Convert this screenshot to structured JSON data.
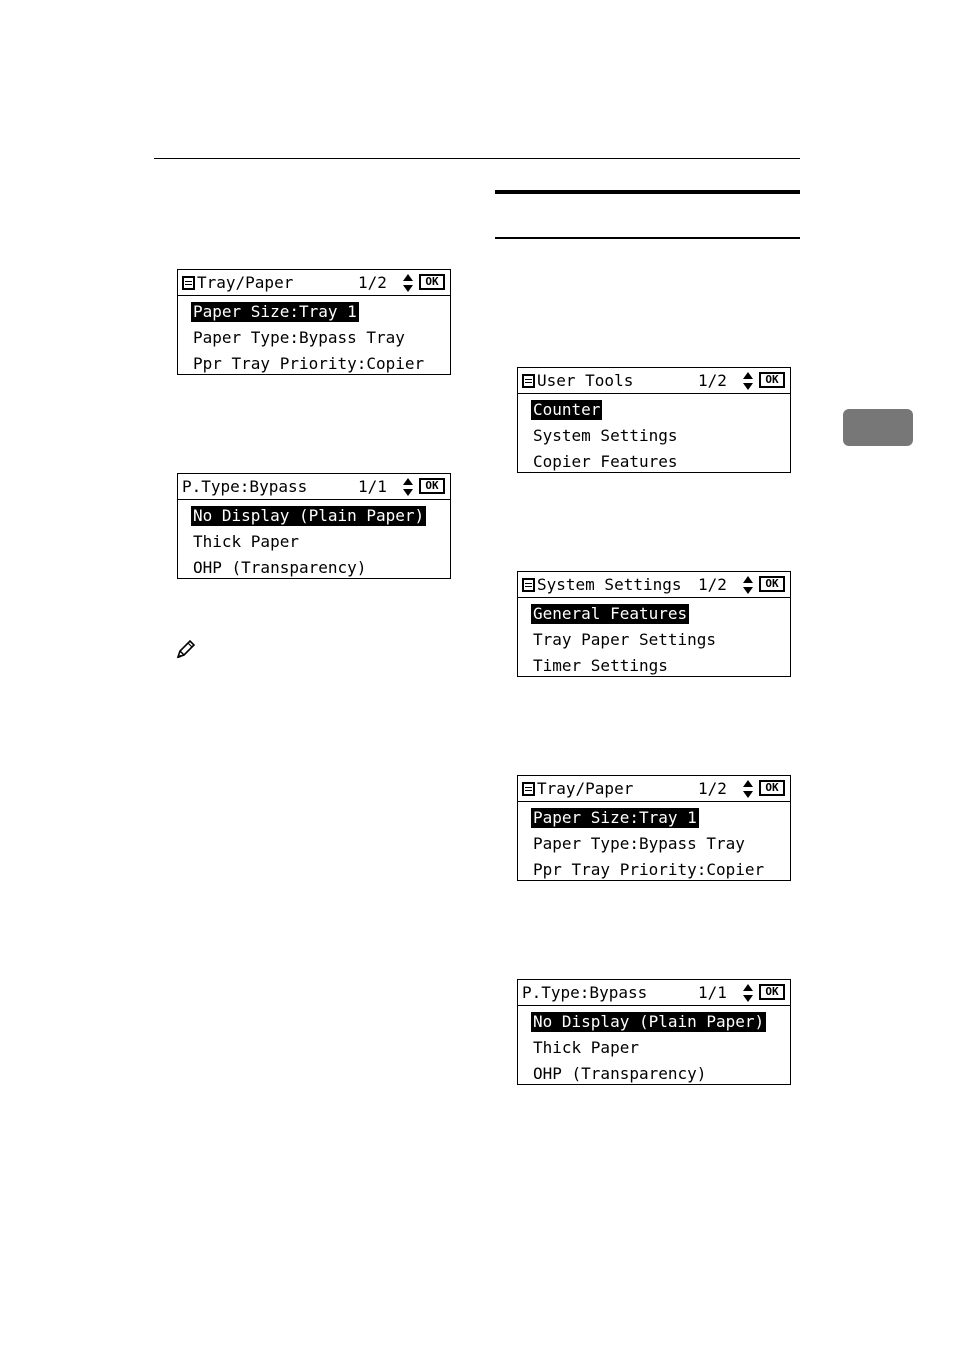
{
  "panels": [
    {
      "title": "Tray/Paper",
      "show_icon": true,
      "page": "1/2",
      "ok": "OK",
      "items": [
        "Paper Size:Tray 1",
        "Paper Type:Bypass Tray",
        "Ppr Tray Priority:Copier"
      ],
      "selected_index": 0
    },
    {
      "title": "P.Type:Bypass",
      "show_icon": false,
      "page": "1/1",
      "ok": "OK",
      "items": [
        "No Display (Plain Paper)",
        "Thick Paper",
        "OHP (Transparency)"
      ],
      "selected_index": 0
    },
    {
      "title": "User Tools",
      "show_icon": true,
      "page": "1/2",
      "ok": "OK",
      "items": [
        "Counter",
        "System Settings",
        "Copier Features"
      ],
      "selected_index": 0
    },
    {
      "title": "System Settings",
      "show_icon": true,
      "page": "1/2",
      "ok": "OK",
      "items": [
        "General Features",
        "Tray Paper Settings",
        "Timer Settings"
      ],
      "selected_index": 0
    },
    {
      "title": "Tray/Paper",
      "show_icon": true,
      "page": "1/2",
      "ok": "OK",
      "items": [
        "Paper Size:Tray 1",
        "Paper Type:Bypass Tray",
        "Ppr Tray Priority:Copier"
      ],
      "selected_index": 0
    },
    {
      "title": "P.Type:Bypass",
      "show_icon": false,
      "page": "1/1",
      "ok": "OK",
      "items": [
        "No Display (Plain Paper)",
        "Thick Paper",
        "OHP (Transparency)"
      ],
      "selected_index": 0
    }
  ],
  "icons": {
    "menu": "menu-list-icon",
    "nav": "up-down-arrow-icon",
    "note": "pencil-note-icon"
  },
  "colors": {
    "tab_marker": "#777777"
  }
}
